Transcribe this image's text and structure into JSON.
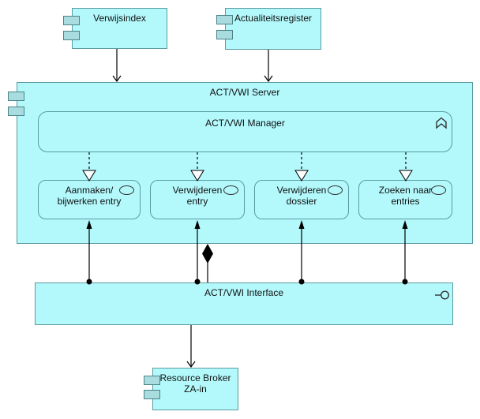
{
  "diagram": {
    "nodes": {
      "verwijsindex": {
        "label": "Verwijsindex",
        "icon": "uml-component-icon"
      },
      "actualiteitsregister": {
        "label": "Actualiteitsregister",
        "icon": "uml-component-icon"
      },
      "server": {
        "label": "ACT/VWI Server",
        "icon": "uml-component-icon"
      },
      "manager": {
        "label": "ACT/VWI Manager",
        "icon": "function-chevron-icon"
      },
      "services": [
        {
          "line1": "Aanmaken/",
          "line2": "bijwerken entry",
          "icon": "service-oval-icon"
        },
        {
          "line1": "Verwijderen",
          "line2": "entry",
          "icon": "service-oval-icon"
        },
        {
          "line1": "Verwijderen",
          "line2": "dossier",
          "icon": "service-oval-icon"
        },
        {
          "line1": "Zoeken naar",
          "line2": "entries",
          "icon": "service-oval-icon"
        }
      ],
      "interface": {
        "label": "ACT/VWI Interface",
        "icon": "interface-lollipop-icon"
      },
      "resource_broker": {
        "line1": "Resource Broker",
        "line2": "ZA-in",
        "icon": "uml-component-icon"
      }
    },
    "relationships": {
      "serving_arrows": [
        "Verwijsindex -> ACT/VWI Server",
        "Actualiteitsregister -> ACT/VWI Server",
        "ACT/VWI Interface -> Resource Broker ZA-in"
      ],
      "realization_arrows": [
        "ACT/VWI Manager -> Aanmaken/bijwerken entry",
        "ACT/VWI Manager -> Verwijderen entry",
        "ACT/VWI Manager -> Verwijderen dossier",
        "ACT/VWI Manager -> Zoeken naar entries"
      ],
      "assignment_arrows": [
        "ACT/VWI Interface -> Aanmaken/bijwerken entry",
        "ACT/VWI Interface -> Verwijderen entry",
        "ACT/VWI Interface -> Verwijderen dossier",
        "ACT/VWI Interface -> Zoeken naar entries"
      ],
      "composition": [
        "ACT/VWI Server <>- ACT/VWI Interface"
      ]
    },
    "colors": {
      "background": "#ffffff",
      "node_fill": "#b3f9fc",
      "node_border": "#5b9aa0",
      "icon_fill": "#a9dcdf",
      "icon_border": "#4a8488",
      "icon_stroke": "#333333",
      "text": "#111111",
      "connector": "#000000"
    }
  }
}
